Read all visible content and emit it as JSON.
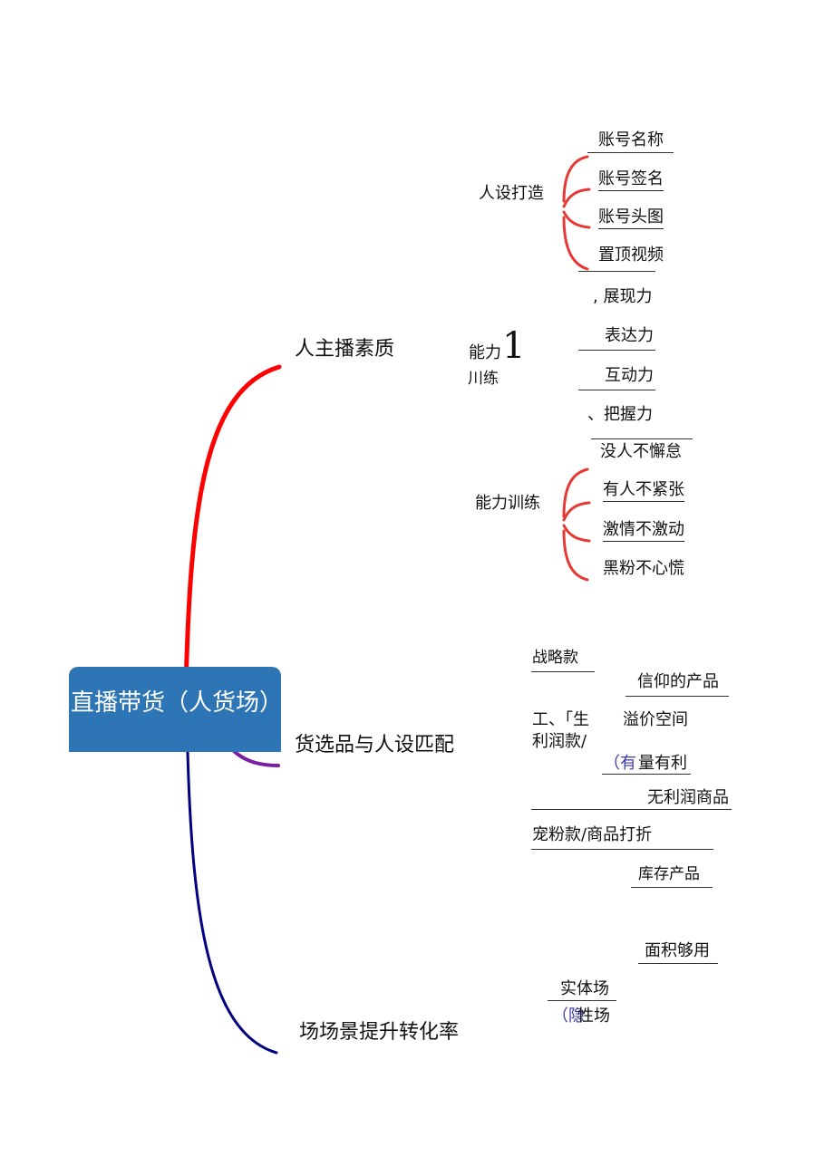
{
  "root": {
    "label": "直播带货（人货场）"
  },
  "branches": {
    "host": {
      "label": "人主播素质",
      "persona": {
        "label": "人设打造",
        "items": [
          "账号名称",
          "账号签名",
          "账号头图",
          "置顶视频"
        ]
      },
      "ability1": {
        "label_a": "能力",
        "label_b": "1",
        "label_c": "川练",
        "items": [
          ", 展现力",
          "表达力",
          "互动力",
          "、把握力"
        ]
      },
      "ability2": {
        "label": "能力训练",
        "items": [
          "没人不懈怠",
          "有人不紧张",
          "激情不激动",
          "黑粉不心慌"
        ]
      }
    },
    "goods": {
      "label": "货选品与人设匹配",
      "strategy": "战略款",
      "belief": "信仰的产品",
      "profit_a": "工、「生",
      "profit_b": "利润款/",
      "premium": "溢价空间",
      "volume_a": "（有",
      "volume_b": "量有利",
      "no_profit": "无利润商品",
      "fan": "宠粉款/商品打折",
      "stock": "库存产品"
    },
    "scene": {
      "label": "场场景提升转化率",
      "area": "面积够用",
      "physical": "实体场",
      "hidden_a": "（隐",
      "hidden_b": "性场"
    }
  },
  "colors": {
    "host_branch": "#ff0000",
    "goods_branch": "#7b1fa2",
    "scene_branch": "#000080",
    "root_fill": "#2e75b6"
  }
}
